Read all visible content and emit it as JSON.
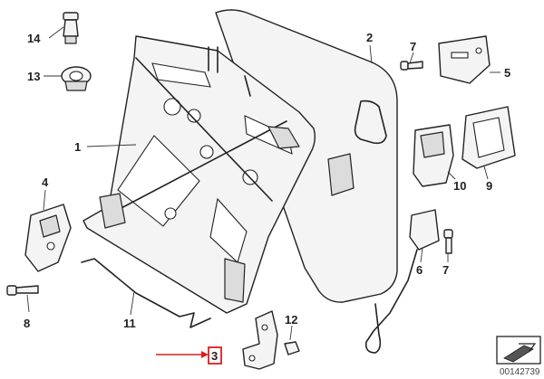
{
  "callouts": [
    {
      "id": "1",
      "text": "1"
    },
    {
      "id": "2",
      "text": "2"
    },
    {
      "id": "3",
      "text": "3",
      "highlighted": true
    },
    {
      "id": "4",
      "text": "4"
    },
    {
      "id": "5",
      "text": "5"
    },
    {
      "id": "6",
      "text": "6"
    },
    {
      "id": "7a",
      "text": "7"
    },
    {
      "id": "7b",
      "text": "7"
    },
    {
      "id": "8",
      "text": "8"
    },
    {
      "id": "9",
      "text": "9"
    },
    {
      "id": "10",
      "text": "10"
    },
    {
      "id": "11",
      "text": "11"
    },
    {
      "id": "12",
      "text": "12"
    },
    {
      "id": "13",
      "text": "13"
    },
    {
      "id": "14",
      "text": "14"
    }
  ],
  "diagram_code": "00142739",
  "colors": {
    "line": "#222222",
    "highlight": "#d81e1e",
    "fill": "#f4f4f4"
  }
}
